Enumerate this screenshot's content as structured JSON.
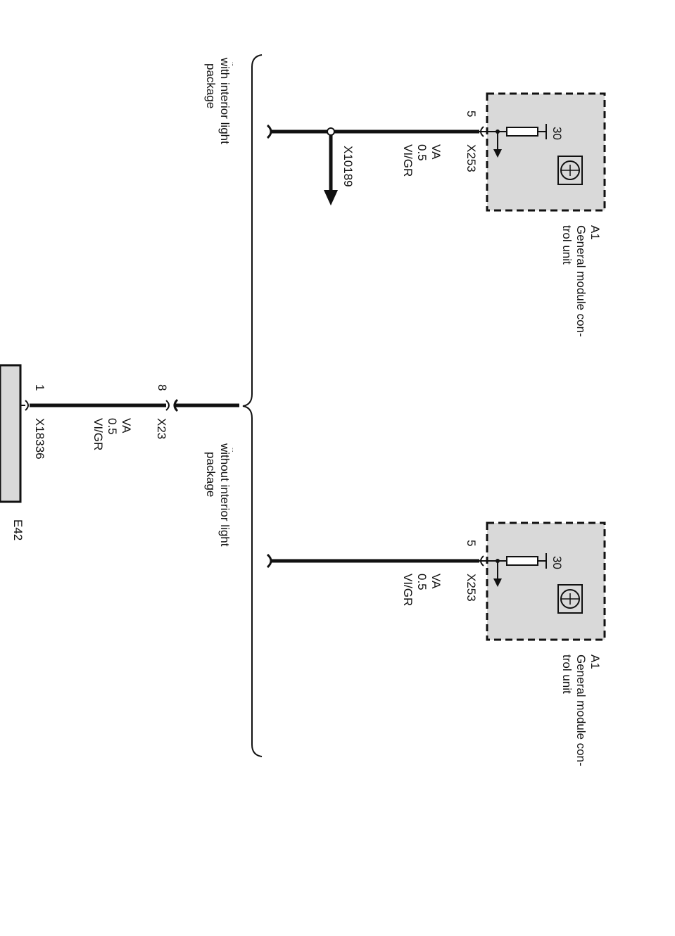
{
  "module_top": {
    "ref": "A1",
    "name_line1": "General module con-",
    "name_line2": "trol unit",
    "terminal": "30",
    "pin": "5",
    "connector": "X253",
    "wire_type": "VA",
    "wire_size": "0.5",
    "wire_color": "VI/GR"
  },
  "module_bottom": {
    "ref": "A1",
    "name_line1": "General module con-",
    "name_line2": "trol unit",
    "terminal": "30",
    "pin": "5",
    "connector": "X253",
    "wire_type": "VA",
    "wire_size": "0.5",
    "wire_color": "VI/GR"
  },
  "branch_connector": "X10189",
  "variant_with": {
    "marker": "...",
    "line1": "with interior light",
    "line2": "package"
  },
  "variant_without": {
    "marker": "...",
    "line1": "without interior light",
    "line2": "package"
  },
  "lower_path": {
    "pin_x23": "8",
    "connector_x23": "X23",
    "wire_type": "VA",
    "wire_size": "0.5",
    "wire_color": "VI/GR",
    "pin_e42": "1",
    "connector_e42": "X18336"
  },
  "component_e42": {
    "ref": "E42"
  },
  "colors": {
    "module_fill": "#d9d9d9",
    "line": "#111111"
  }
}
